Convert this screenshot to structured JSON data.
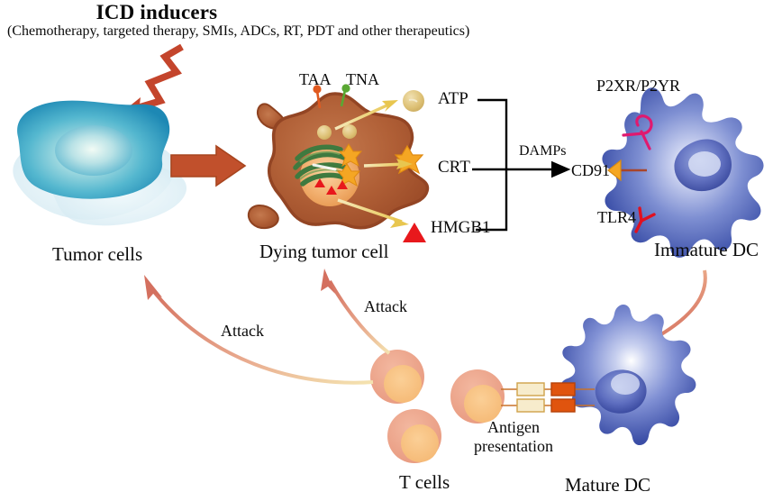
{
  "figure": {
    "title": "ICD inducers",
    "subtitle": "(Chemotherapy, targeted therapy, SMIs, ADCs, RT, PDT and other therapeutics)"
  },
  "cells": {
    "tumor_cells": "Tumor cells",
    "dying_tumor_cell": "Dying tumor cell",
    "immature_dc": "Immature DC",
    "mature_dc": "Mature DC",
    "t_cells": "T cells"
  },
  "antigens": {
    "taa": "TAA",
    "tna": "TNA"
  },
  "damps": {
    "atp": "ATP",
    "crt": "CRT",
    "hmgb1": "HMGB1",
    "group_label": "DAMPs"
  },
  "receptors": {
    "p2xr_p2yr": "P2XR/P2YR",
    "cd91": "CD91",
    "tlr4": "TLR4"
  },
  "processes": {
    "antigen_presentation": "Antigen\npresentation",
    "antigen_presentation_line1": "Antigen",
    "antigen_presentation_line2": "presentation",
    "attack_left": "Attack",
    "attack_right": "Attack"
  },
  "colors": {
    "tumor_cell_blue": "#2b9fc4",
    "tumor_cell_blue_light": "#d6eef5",
    "dying_cell_brown": "#a8502f",
    "dying_cell_fill": "#b5653c",
    "dc_blue": "#5b6fc0",
    "dc_blue_dark": "#2c3f96",
    "t_cell_salmon": "#eda085",
    "t_cell_core": "#f7bd7e",
    "icd_arrow_red": "#c4452c",
    "big_arrow_orange": "#c1502c",
    "atp_yellow": "#ddc074",
    "hmgb1_red": "#e8181c",
    "crt_orange": "#f5a623",
    "p2xr_pink": "#e0196f",
    "tlr4_red": "#e01020",
    "cd91_orange": "#f5a623",
    "taa_dot": "#e05a20",
    "tna_dot": "#5aa833",
    "attack_arrow": "#d9796a",
    "golgi_green": "#3f7a3f",
    "nucleus_orange": "#f0a860"
  }
}
